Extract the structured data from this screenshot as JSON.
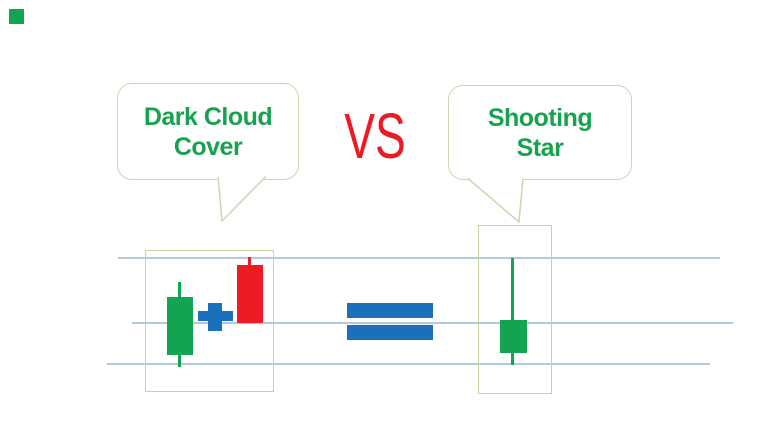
{
  "title": "Dark Cloud Cover vs Shooting Star candlestick pattern comparison",
  "colors": {
    "bg": "#ffffff",
    "green": "#13a452",
    "red": "#ee1b24",
    "blue": "#1b70bb",
    "text-green": "#17a24f",
    "vs-red": "#ec1a23",
    "sage": "#ccd8ab",
    "box-border": "#c6d3a0",
    "gridline": "#b6c9da"
  },
  "left_bubble": {
    "line1": "Dark Cloud",
    "line2": "Cover"
  },
  "vs": {
    "label": "VS"
  },
  "right_bubble": {
    "line1": "Shooting",
    "line2": "Star"
  },
  "diagram": {
    "left_pattern": {
      "name": "Dark Cloud Cover",
      "candles": [
        {
          "type": "bullish",
          "color": "green"
        },
        {
          "type": "bearish",
          "color": "red"
        }
      ],
      "operator": "plus"
    },
    "relation": "equals",
    "right_pattern": {
      "name": "Shooting Star",
      "candles": [
        {
          "type": "shooting-star",
          "color": "green",
          "upper_shadow": "long",
          "lower_shadow": "short"
        }
      ]
    },
    "gridline_count": 3
  }
}
